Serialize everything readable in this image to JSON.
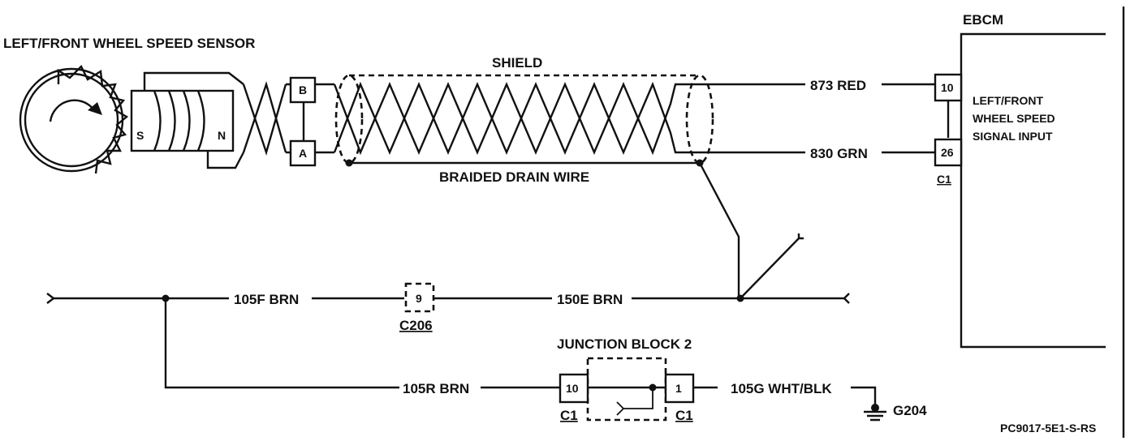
{
  "sensor": {
    "title": "LEFT/FRONT WHEEL SPEED SENSOR",
    "pole_s": "S",
    "pole_n": "N"
  },
  "connector": {
    "pin_b": "B",
    "pin_a": "A"
  },
  "shield": {
    "label": "SHIELD",
    "drain_label": "BRAIDED DRAIN WIRE"
  },
  "wires": {
    "red": "873 RED",
    "grn": "830 GRN",
    "brn_left": "105F BRN",
    "brn_mid": "150E BRN",
    "brn_r": "105R BRN",
    "wht_blk": "105G WHT/BLK"
  },
  "ebcm": {
    "title": "EBCM",
    "pin_10": "10",
    "pin_26": "26",
    "connector": "C1",
    "input_lines": [
      "LEFT/FRONT",
      "WHEEL SPEED",
      "SIGNAL INPUT"
    ]
  },
  "c206": {
    "pin": "9",
    "name": "C206"
  },
  "junction_block": {
    "title": "JUNCTION BLOCK 2",
    "pin_left": "10",
    "pin_right": "1",
    "conn_left": "C1",
    "conn_right": "C1"
  },
  "ground": {
    "name": "G204"
  },
  "figure_id": "PC9017-5E1-S-RS"
}
